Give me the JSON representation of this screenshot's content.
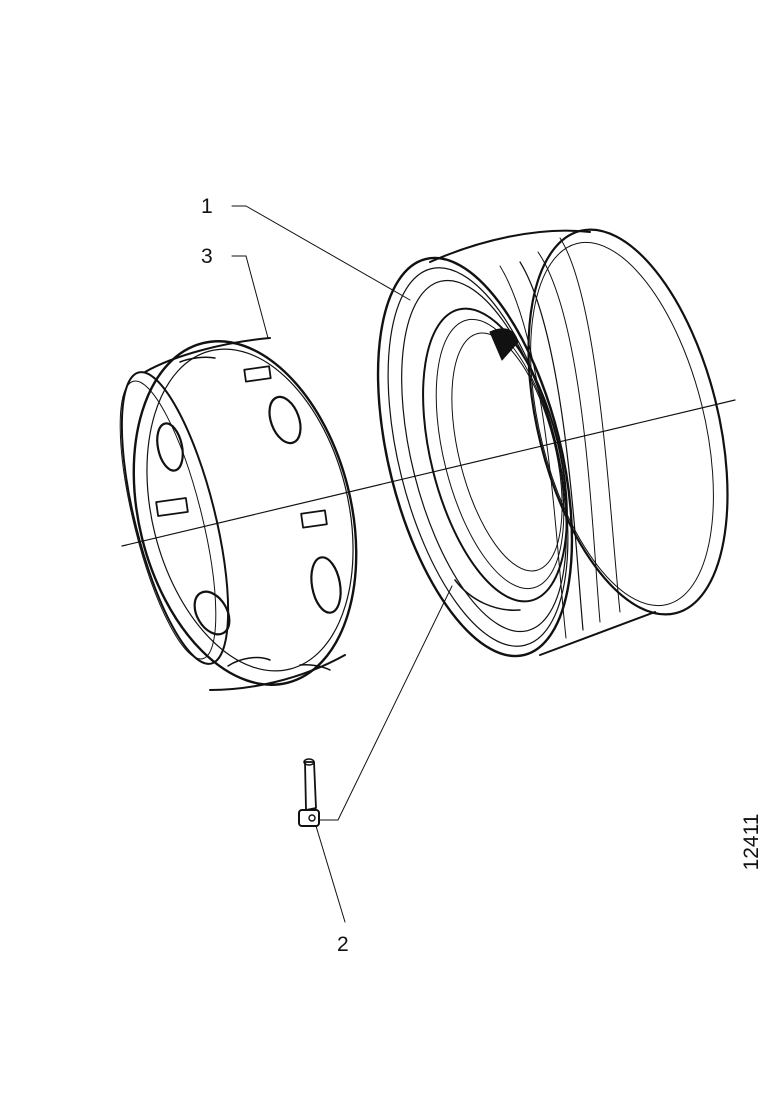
{
  "drawing": {
    "callouts": [
      {
        "label": "1"
      },
      {
        "label": "2"
      },
      {
        "label": "3"
      }
    ],
    "figure_number": "12411"
  },
  "colors": {
    "ink": "#111111",
    "paper": "#ffffff"
  }
}
